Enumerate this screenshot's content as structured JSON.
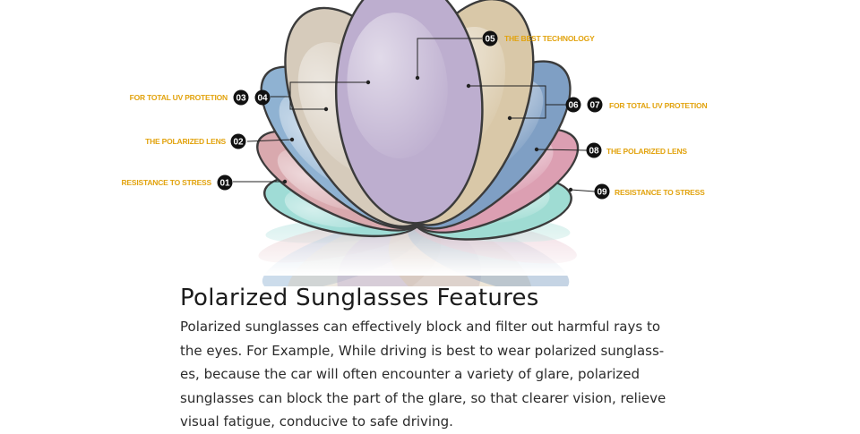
{
  "colors": {
    "label": "#e2a30e",
    "badge": "#111111",
    "badge_text": "#ffffff",
    "frame": "#3b3b3b",
    "leader_line": "#222222"
  },
  "callouts": {
    "left": [
      {
        "numbers": [
          "03",
          "04"
        ],
        "label": "FOR TOTAL UV PROTETION"
      },
      {
        "numbers": [
          "02"
        ],
        "label": "THE POLARIZED LENS"
      },
      {
        "numbers": [
          "01"
        ],
        "label": "RESISTANCE TO STRESS"
      }
    ],
    "top": {
      "numbers": [
        "05"
      ],
      "label": "THE BEST TECHNOLOGY"
    },
    "right": [
      {
        "numbers": [
          "06",
          "07"
        ],
        "label": "FOR TOTAL UV PROTETION"
      },
      {
        "numbers": [
          "08"
        ],
        "label": "THE POLARIZED LENS"
      },
      {
        "numbers": [
          "09"
        ],
        "label": "RESISTANCE TO STRESS"
      }
    ]
  },
  "lenses": [
    {
      "id": "01",
      "tint": "#9fdcd6"
    },
    {
      "id": "02",
      "tint": "#d9a9ae"
    },
    {
      "id": "03",
      "tint": "#8fb2d2"
    },
    {
      "id": "04",
      "tint": "#d6cbbb"
    },
    {
      "id": "05",
      "tint": "#bdaecf"
    },
    {
      "id": "06",
      "tint": "#d9c8a8"
    },
    {
      "id": "07",
      "tint": "#7f9fc4"
    },
    {
      "id": "08",
      "tint": "#dc9fb2"
    },
    {
      "id": "09",
      "tint": "#9fdcd3"
    }
  ],
  "features": {
    "title": "Polarized Sunglasses Features",
    "body_lines": [
      "Polarized sunglasses can effectively block and filter out harmful rays to",
      "the eyes. For Example, While driving is best to wear polarized sunglass-",
      "es, because the car will often encounter a variety of glare, polarized",
      "sunglasses can block the part of the glare, so that clearer vision, relieve",
      "visual fatigue, conducive to safe driving."
    ]
  }
}
